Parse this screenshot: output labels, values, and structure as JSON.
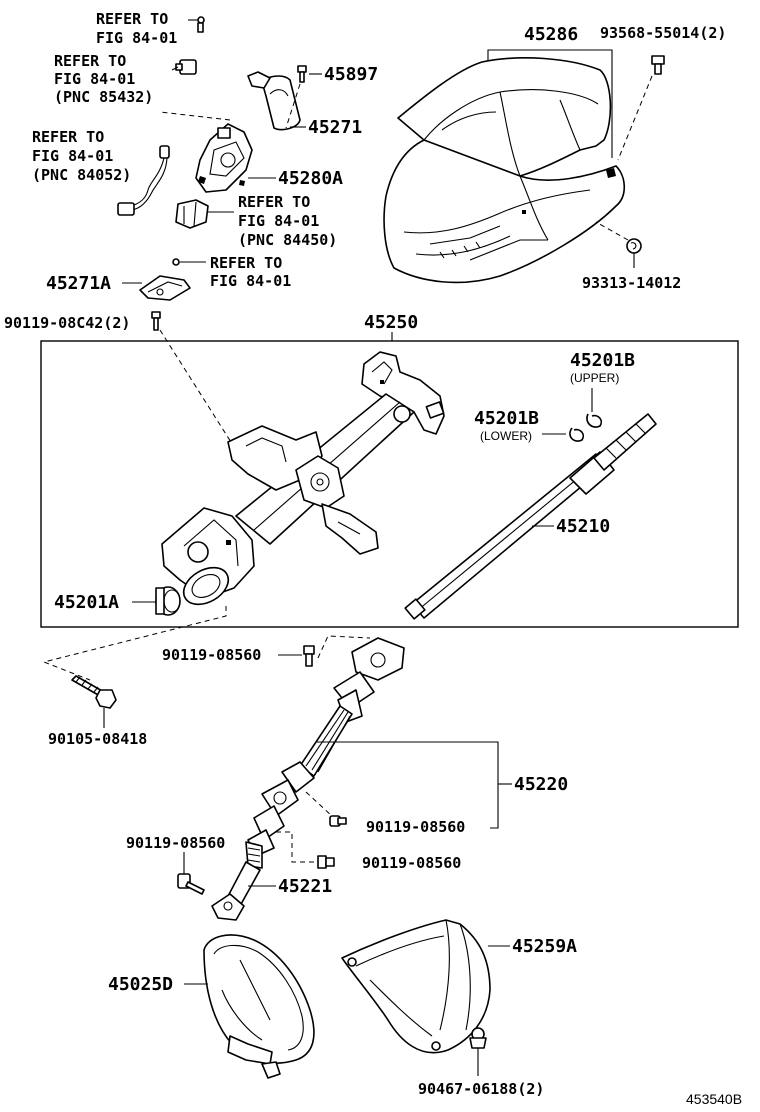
{
  "labels": {
    "refer_fig_a": [
      "REFER TO",
      "FIG 84-01"
    ],
    "refer_fig_b": [
      "REFER TO",
      "FIG 84-01",
      "(PNC 85432)"
    ],
    "refer_fig_c": [
      "REFER TO",
      "FIG 84-01",
      "(PNC 84052)"
    ],
    "refer_fig_d": [
      "REFER TO",
      "FIG 84-01",
      "(PNC 84450)"
    ],
    "refer_fig_e": [
      "REFER TO",
      "FIG 84-01"
    ],
    "p45286": "45286",
    "p93568": "93568-55014(2)",
    "p45897": "45897",
    "p45271": "45271",
    "p45280A": "45280A",
    "p45271A": "45271A",
    "p93313": "93313-14012",
    "p90119_08c42": "90119-08C42(2)",
    "p45250": "45250",
    "p45201B_upper": "45201B",
    "upper_note": "(UPPER)",
    "p45201B_lower": "45201B",
    "lower_note": "(LOWER)",
    "p45210": "45210",
    "p45201A": "45201A",
    "p90119_08560_top": "90119-08560",
    "p90105": "90105-08418",
    "p45220": "45220",
    "p90119_08560_mid": "90119-08560",
    "p90119_08560_left": "90119-08560",
    "p90119_08560_bottom": "90119-08560",
    "p45221": "45221",
    "p45259A": "45259A",
    "p45025D": "45025D",
    "p90467": "90467-06188(2)",
    "figure_id": "453540B"
  }
}
